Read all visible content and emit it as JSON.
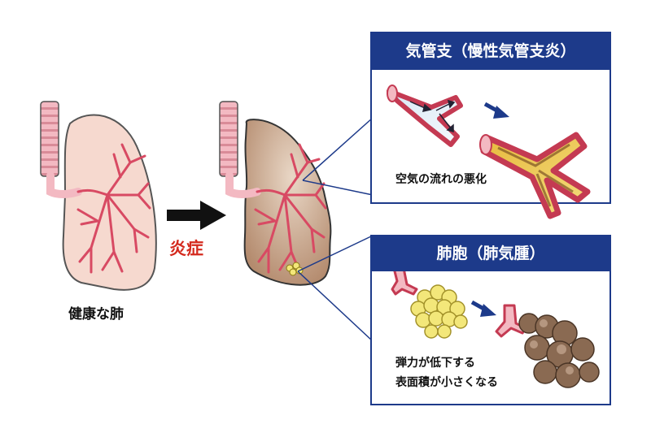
{
  "healthy_lung": {
    "label": "健康な肺"
  },
  "arrow_label": "炎症",
  "panel_bronchi": {
    "title": "気管支（慢性気管支炎）",
    "caption": "空気の流れの悪化"
  },
  "panel_alveoli": {
    "title": "肺胞（肺気腫）",
    "caption_line1": "弾力が低下する",
    "caption_line2": "表面積が小さくなる"
  },
  "colors": {
    "panel_header": "#1d3a8a",
    "inflammation_text": "#d42a1e",
    "lung_fill": "#f6d9cf",
    "bronchi": "#d84a63",
    "diseased_lung": "#c7a489",
    "alveoli_healthy": "#f3e77a",
    "alveoli_damaged": "#8a6a52",
    "arrow": "#1d3a8a"
  },
  "icons": [
    "healthy-lung-illustration",
    "diseased-lung-illustration",
    "right-arrow-icon",
    "airway-illustration",
    "alveoli-illustration"
  ]
}
